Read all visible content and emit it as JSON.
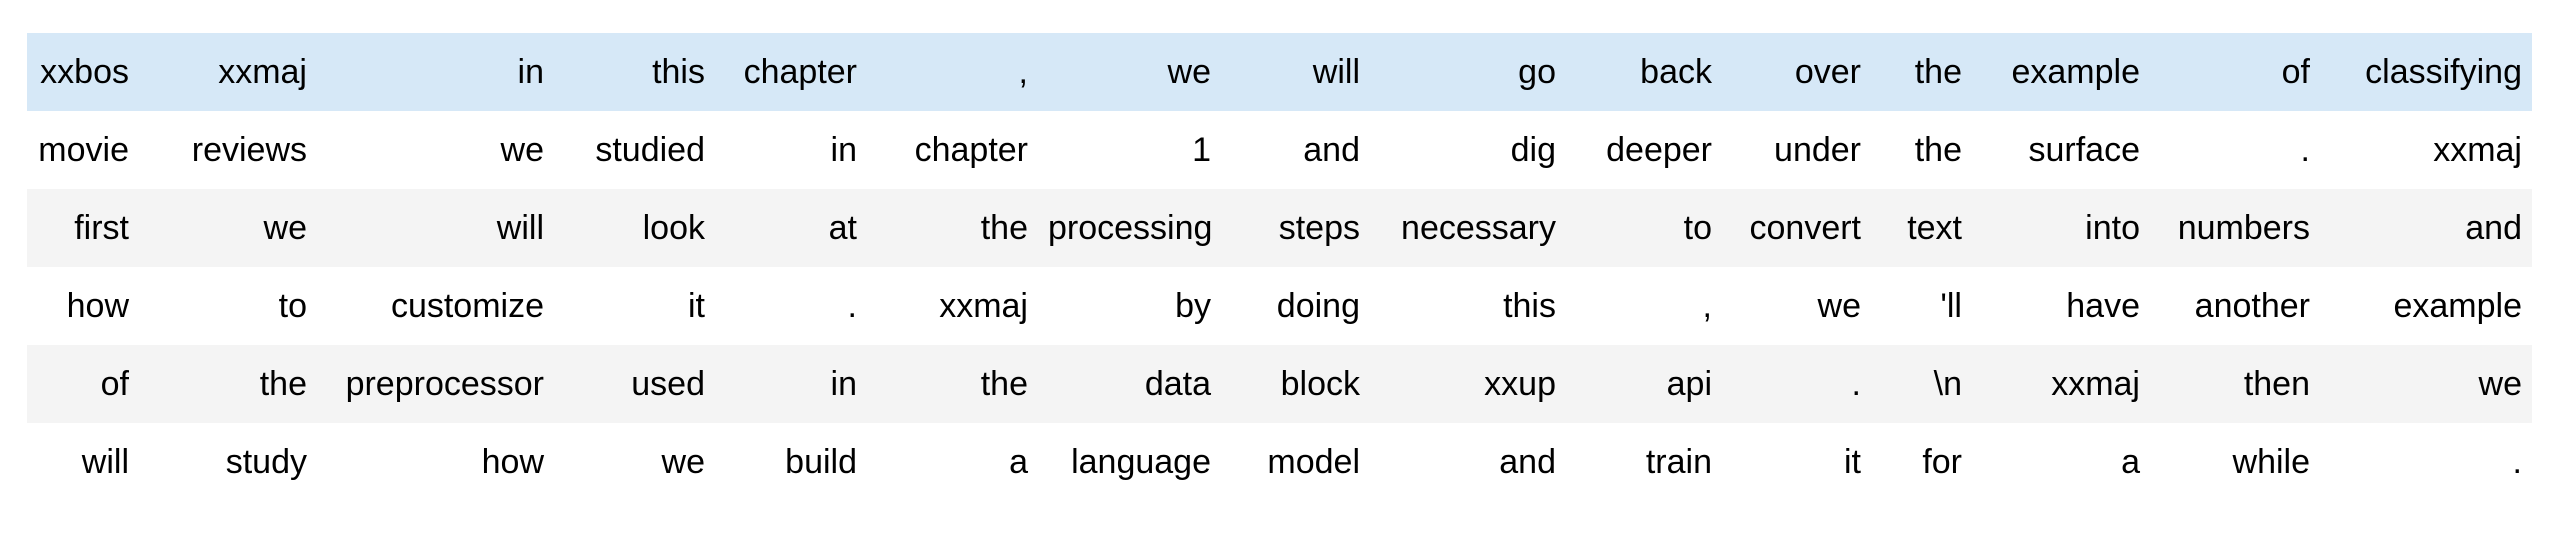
{
  "colors": {
    "highlight_row_bg": "#d6e8f7",
    "stripe_row_bg": "#f4f4f4",
    "plain_row_bg": "#ffffff",
    "text": "#000000",
    "page_bg": "#ffffff"
  },
  "grid": {
    "kind": "tokenized-text-batch",
    "num_rows": 6,
    "num_cols": 15,
    "rows": [
      {
        "style": "highlight",
        "tokens": [
          "xxbos",
          "xxmaj",
          "in",
          "this",
          "chapter",
          ",",
          "we",
          "will",
          "go",
          "back",
          "over",
          "the",
          "example",
          "of",
          "classifying"
        ]
      },
      {
        "style": "plain",
        "tokens": [
          "movie",
          "reviews",
          "we",
          "studied",
          "in",
          "chapter",
          "1",
          "and",
          "dig",
          "deeper",
          "under",
          "the",
          "surface",
          ".",
          "xxmaj"
        ]
      },
      {
        "style": "stripe",
        "tokens": [
          "first",
          "we",
          "will",
          "look",
          "at",
          "the",
          "processing",
          "steps",
          "necessary",
          "to",
          "convert",
          "text",
          "into",
          "numbers",
          "and"
        ]
      },
      {
        "style": "plain",
        "tokens": [
          "how",
          "to",
          "customize",
          "it",
          ".",
          "xxmaj",
          "by",
          "doing",
          "this",
          ",",
          "we",
          "'ll",
          "have",
          "another",
          "example"
        ]
      },
      {
        "style": "stripe",
        "tokens": [
          "of",
          "the",
          "preprocessor",
          "used",
          "in",
          "the",
          "data",
          "block",
          "xxup",
          "api",
          ".",
          "\\n",
          "xxmaj",
          "then",
          "we"
        ]
      },
      {
        "style": "plain",
        "tokens": [
          "will",
          "study",
          "how",
          "we",
          "build",
          "a",
          "language",
          "model",
          "and",
          "train",
          "it",
          "for",
          "a",
          "while",
          "."
        ]
      }
    ]
  }
}
